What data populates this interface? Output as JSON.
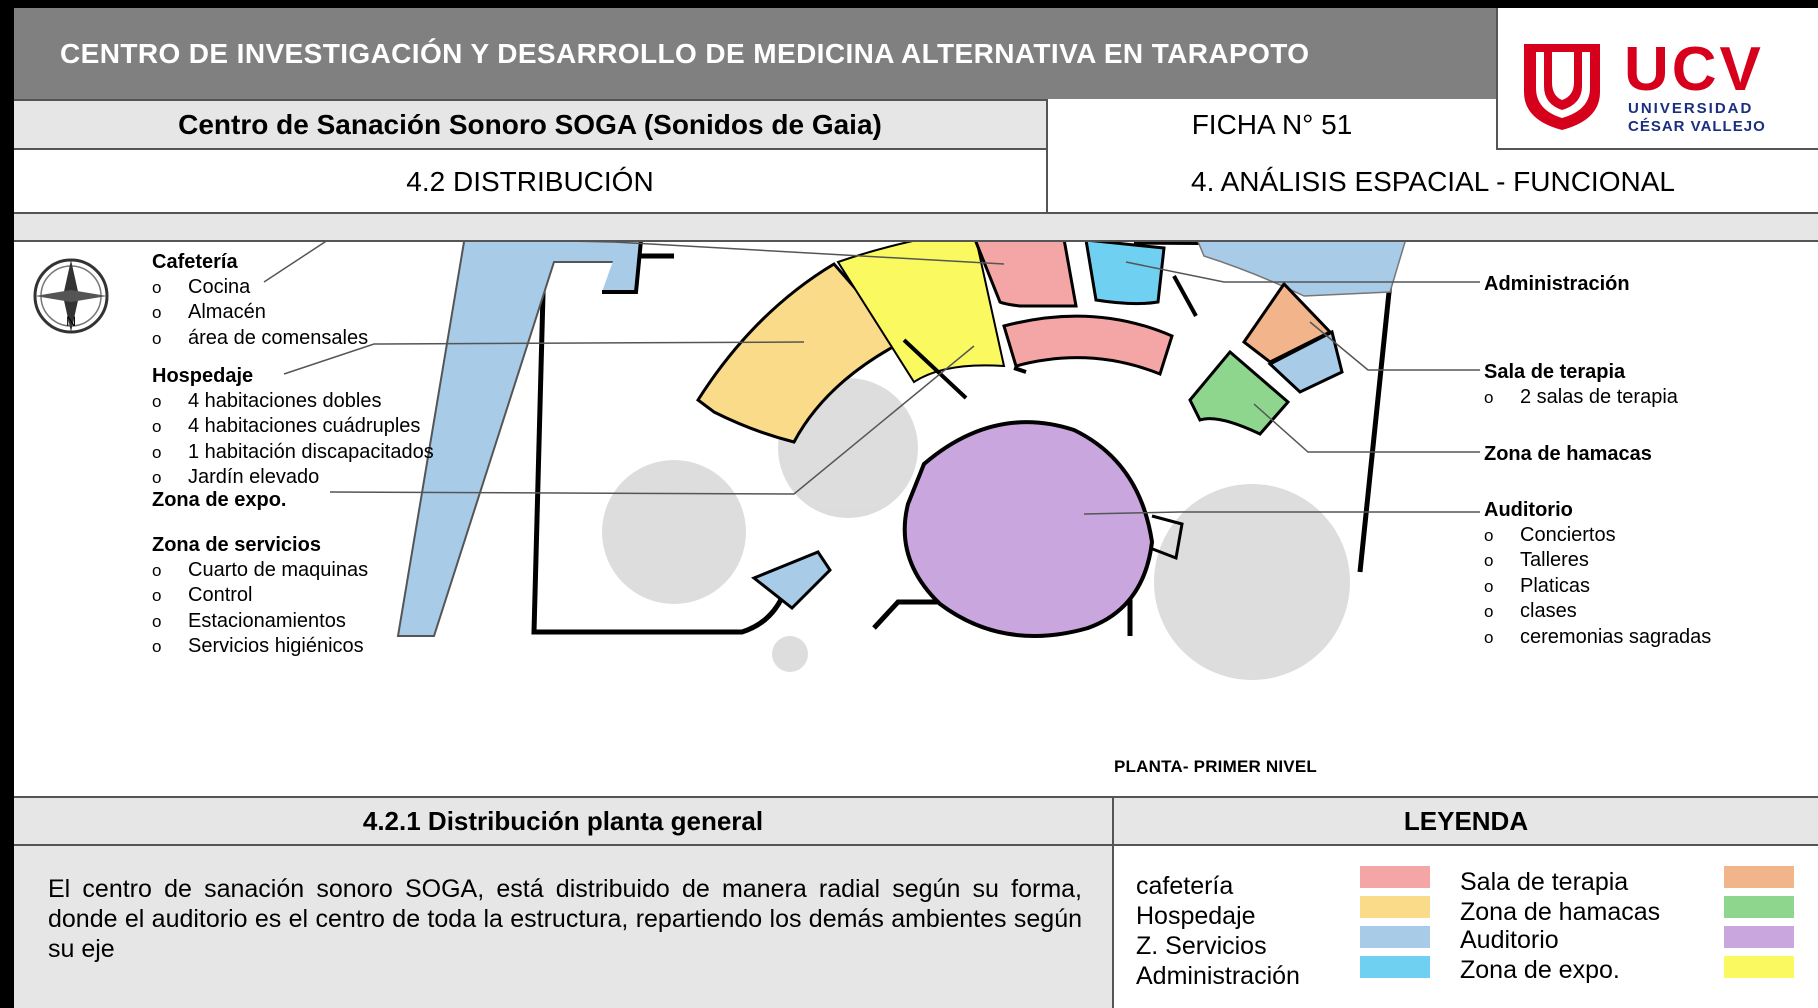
{
  "header": {
    "title": "CENTRO DE INVESTIGACIÓN Y DESARROLLO DE MEDICINA ALTERNATIVA EN TARAPOTO",
    "subtitle": "Centro de Sanación Sonoro SOGA (Sonidos de Gaia)",
    "ficha": "FICHA N° 51",
    "section_left": "4.2 DISTRIBUCIÓN",
    "section_right": "4. ANÁLISIS ESPACIAL - FUNCIONAL"
  },
  "logo": {
    "text": "UCV",
    "line1": "UNIVERSIDAD",
    "line2": "CÉSAR VALLEJO",
    "color": "#d6001c",
    "text_color": "#1a2f80"
  },
  "compass": {
    "letter": "N"
  },
  "annotations_left": [
    {
      "title": "Cafetería",
      "items": [
        "Cocina",
        "Almacén",
        "área de comensales"
      ]
    },
    {
      "title": "Hospedaje",
      "items": [
        "4 habitaciones dobles",
        "4 habitaciones cuádruples",
        "1 habitación discapacitados",
        "Jardín elevado"
      ]
    },
    {
      "title": "Zona de expo.",
      "items": []
    },
    {
      "title": "Zona de servicios",
      "items": [
        "Cuarto de maquinas",
        "Control",
        "Estacionamientos",
        "Servicios higiénicos"
      ]
    }
  ],
  "annotations_right": [
    {
      "title": "Administración",
      "items": []
    },
    {
      "title": "Sala de terapia",
      "items": [
        "2 salas de terapia"
      ]
    },
    {
      "title": "Zona de hamacas",
      "items": []
    },
    {
      "title": "Auditorio",
      "items": [
        "Conciertos",
        "Talleres",
        "Platicas",
        "clases",
        "ceremonias sagradas"
      ]
    }
  ],
  "plan_caption": "PLANTA- PRIMER NIVEL",
  "distribution": {
    "heading": "4.2.1 Distribución planta general",
    "text": "El centro de sanación sonoro SOGA, está distribuido de manera radial según su forma, donde el auditorio es el centro de toda la estructura, repartiendo los demás ambientes según su eje"
  },
  "legend": {
    "heading": "LEYENDA",
    "items": [
      {
        "label": "cafetería",
        "color": "#f4a6a6"
      },
      {
        "label": "Hospedaje",
        "color": "#fadb8a"
      },
      {
        "label": "Z. Servicios",
        "color": "#a8cbe8"
      },
      {
        "label": "Administración",
        "color": "#6fd0f2"
      },
      {
        "label": "Sala de terapia",
        "color": "#f2b48a"
      },
      {
        "label": "Zona de hamacas",
        "color": "#8ed68e"
      },
      {
        "label": "Auditorio",
        "color": "#c9a6dd"
      },
      {
        "label": "Zona de expo.",
        "color": "#fafa60"
      }
    ]
  }
}
